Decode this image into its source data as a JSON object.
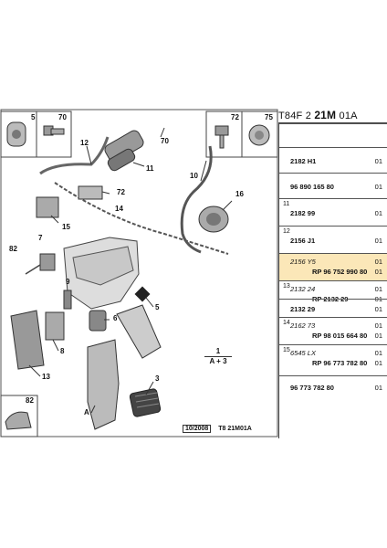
{
  "header": {
    "prefix": "T84F 2 ",
    "bold": "21M",
    "suffix": " 01A"
  },
  "callouts": {
    "c5": "5",
    "c70a": "70",
    "c12": "12",
    "c70b": "70",
    "c11": "11",
    "c72a": "72",
    "c75": "75",
    "c72b": "72",
    "c14": "14",
    "c10": "10",
    "c16": "16",
    "c15": "15",
    "c82a": "82",
    "c7": "7",
    "c9": "9",
    "c6": "6",
    "c5b": "5",
    "c8": "8",
    "c13": "13",
    "c3": "3",
    "cA": "A",
    "c82b": "82"
  },
  "ref_note": {
    "top": "1",
    "bottom": "A + 3"
  },
  "footer": {
    "date": "10/2008",
    "code": "T8 21M01A"
  },
  "parts": [
    {
      "no": "",
      "lines": [],
      "qty": []
    },
    {
      "no": "",
      "lines": [
        {
          "text": "2182 H1",
          "style": "bold"
        }
      ],
      "qty": [
        "01"
      ]
    },
    {
      "no": "",
      "lines": [
        {
          "text": "96 890 165 80",
          "style": "bold"
        }
      ],
      "qty": [
        "01"
      ]
    },
    {
      "no": "11",
      "lines": [
        {
          "text": "2182 99",
          "style": "bold"
        }
      ],
      "qty": [
        "01"
      ]
    },
    {
      "no": "12",
      "lines": [
        {
          "text": "2156 J1",
          "style": "bold"
        }
      ],
      "qty": [
        "01"
      ]
    },
    {
      "no": "",
      "lines": [
        {
          "text": "2156 Y5",
          "style": "it"
        },
        {
          "text": "RP 96 752 990 80",
          "style": "bold"
        }
      ],
      "qty": [
        "01",
        "01"
      ],
      "highlight": true
    },
    {
      "no": "13",
      "lines": [
        {
          "text": "2132 24",
          "style": "it"
        },
        {
          "text": "RP 2132 29",
          "style": "bold"
        }
      ],
      "qty": [
        "01",
        "01"
      ]
    },
    {
      "no": "",
      "lines": [
        {
          "text": "2132 29",
          "style": "bold"
        }
      ],
      "qty": [
        "01"
      ]
    },
    {
      "no": "14",
      "lines": [
        {
          "text": "2162 73",
          "style": "it"
        },
        {
          "text": "RP 98 015 664 80",
          "style": "bold"
        }
      ],
      "qty": [
        "01",
        "01"
      ]
    },
    {
      "no": "15",
      "lines": [
        {
          "text": "6545 LX",
          "style": "it"
        },
        {
          "text": "RP 96 773 782 80",
          "style": "bold"
        }
      ],
      "qty": [
        "01",
        "01"
      ]
    },
    {
      "no": "",
      "lines": [
        {
          "text": "96 773 782 80",
          "style": "bold"
        }
      ],
      "qty": [
        "01"
      ]
    }
  ]
}
